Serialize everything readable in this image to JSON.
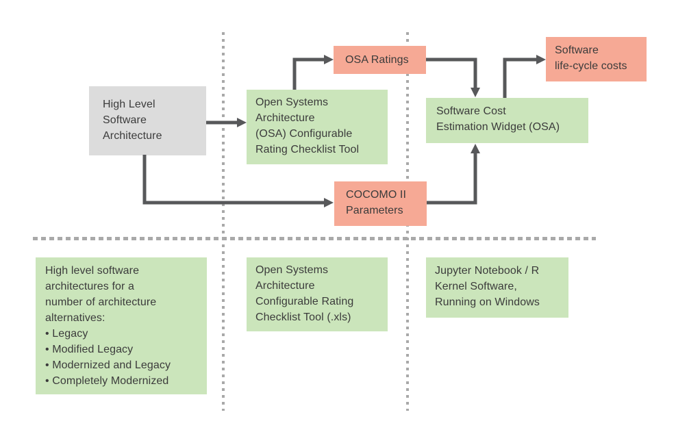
{
  "colors": {
    "node_green": "#cbe5bb",
    "node_salmon": "#f6a995",
    "node_gray": "#dcdcdc",
    "arrow": "#57585a",
    "divider": "#a9a9a9",
    "text": "#3b3b3b"
  },
  "flow": {
    "high_level_architecture": {
      "label": "High Level\nSoftware\nArchitecture"
    },
    "osa_rating_checklist_tool": {
      "label": "Open Systems\nArchitecture\n(OSA) Configurable\nRating Checklist Tool"
    },
    "osa_ratings": {
      "label": "OSA Ratings"
    },
    "cocomo_ii_parameters": {
      "label": "COCOMO II\nParameters"
    },
    "cost_estimation_widget": {
      "label": "Software Cost\nEstimation Widget (OSA)"
    },
    "software_lifecycle_costs": {
      "label": "Software\nlife-cycle costs"
    }
  },
  "notes": {
    "architecture_alternatives": {
      "label": "High level software\narchitectures for a\nnumber of architecture\nalternatives:\n• Legacy\n• Modified Legacy\n• Modernized and Legacy\n• Completely Modernized"
    },
    "checklist_file": {
      "label": "Open Systems\nArchitecture\nConfigurable Rating\nChecklist Tool (.xls)"
    },
    "jupyter_environment": {
      "label": "Jupyter Notebook / R\nKernel Software,\nRunning on Windows"
    }
  }
}
